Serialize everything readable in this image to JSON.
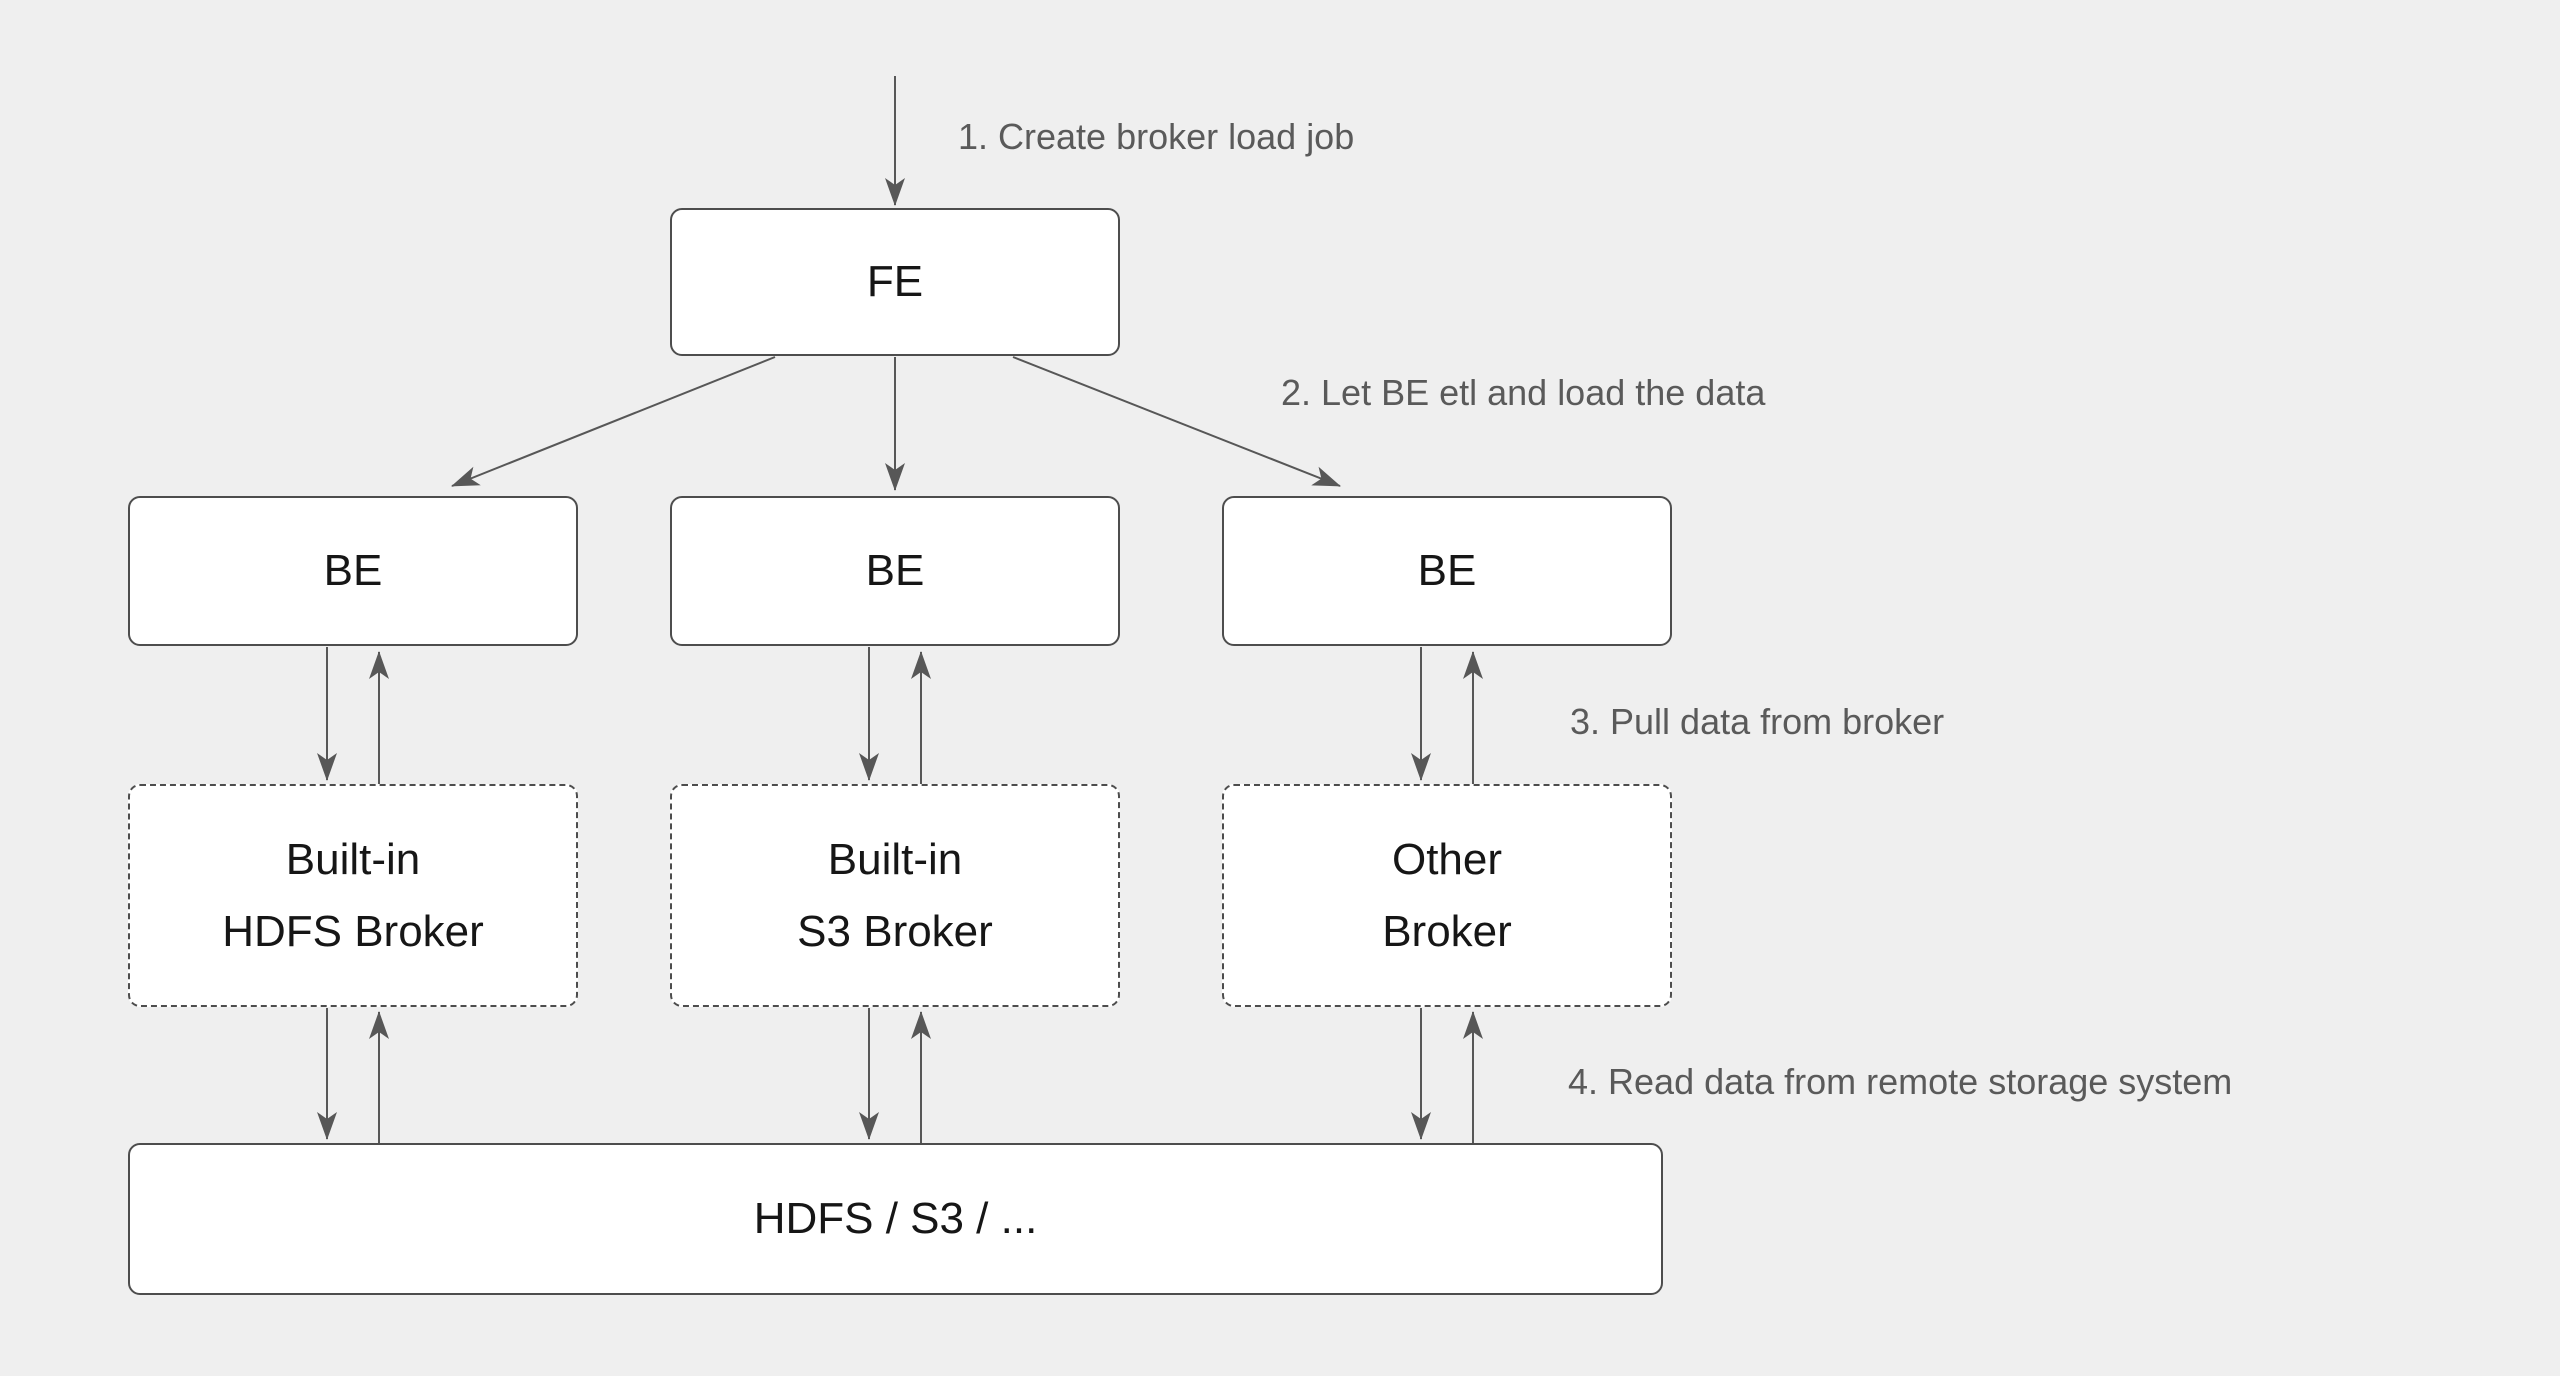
{
  "colors": {
    "background": "#efefef",
    "box_fill": "#ffffff",
    "box_border": "#4d4d4d",
    "arrow": "#575757",
    "annotation_text": "#5a5a5a",
    "box_text": "#161616"
  },
  "nodes": {
    "fe": {
      "label": "FE"
    },
    "be_1": {
      "label": "BE"
    },
    "be_2": {
      "label": "BE"
    },
    "be_3": {
      "label": "BE"
    },
    "broker_hdfs": {
      "line1": "Built-in",
      "line2": "HDFS Broker"
    },
    "broker_s3": {
      "line1": "Built-in",
      "line2": "S3 Broker"
    },
    "broker_other": {
      "line1": "Other",
      "line2": "Broker"
    },
    "storage": {
      "label": "HDFS / S3 / ..."
    }
  },
  "annotations": {
    "step_1": "1. Create broker load job",
    "step_2": "2. Let BE etl and load the data",
    "step_3": "3. Pull data from broker",
    "step_4": "4. Read data from remote storage system"
  }
}
